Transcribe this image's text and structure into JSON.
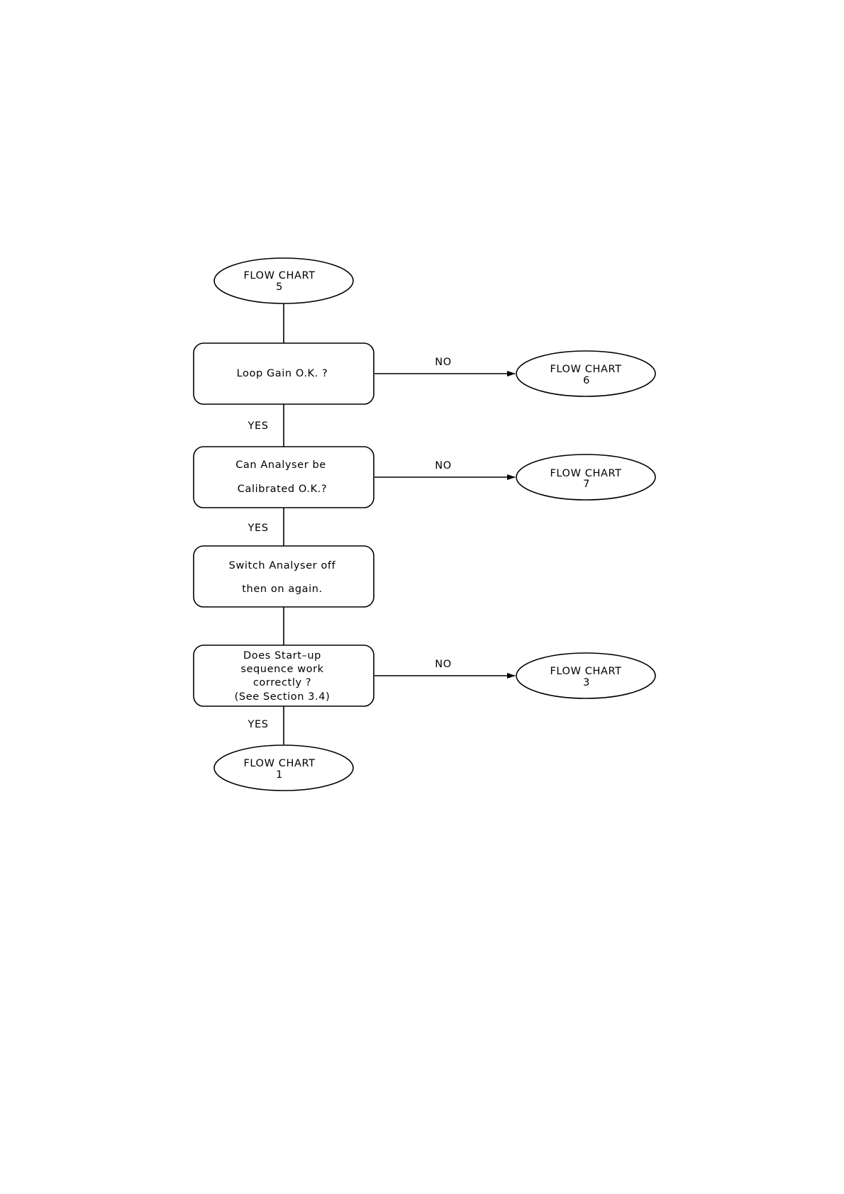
{
  "terminals": {
    "start": {
      "lines": [
        "FLOW  CHART",
        "5"
      ]
    },
    "end": {
      "lines": [
        "FLOW  CHART",
        "1"
      ]
    },
    "fc6": {
      "lines": [
        "FLOW  CHART",
        "6"
      ]
    },
    "fc7": {
      "lines": [
        "FLOW  CHART",
        "7"
      ]
    },
    "fc3": {
      "lines": [
        "FLOW  CHART",
        "3"
      ]
    }
  },
  "steps": {
    "loop_gain": {
      "lines": [
        "Loop  Gain  O.K.  ?"
      ]
    },
    "calibrate": {
      "lines": [
        "Can  Analyser  be",
        "Calibrated  O.K.?"
      ]
    },
    "switch": {
      "lines": [
        "Switch  Analyser  off",
        "then  on  again."
      ]
    },
    "startup": {
      "lines": [
        "Does  Start–up",
        "sequence  work",
        "correctly  ?",
        "(See  Section  3.4)"
      ]
    }
  },
  "edge_labels": {
    "yes": "YES",
    "no": "NO"
  }
}
